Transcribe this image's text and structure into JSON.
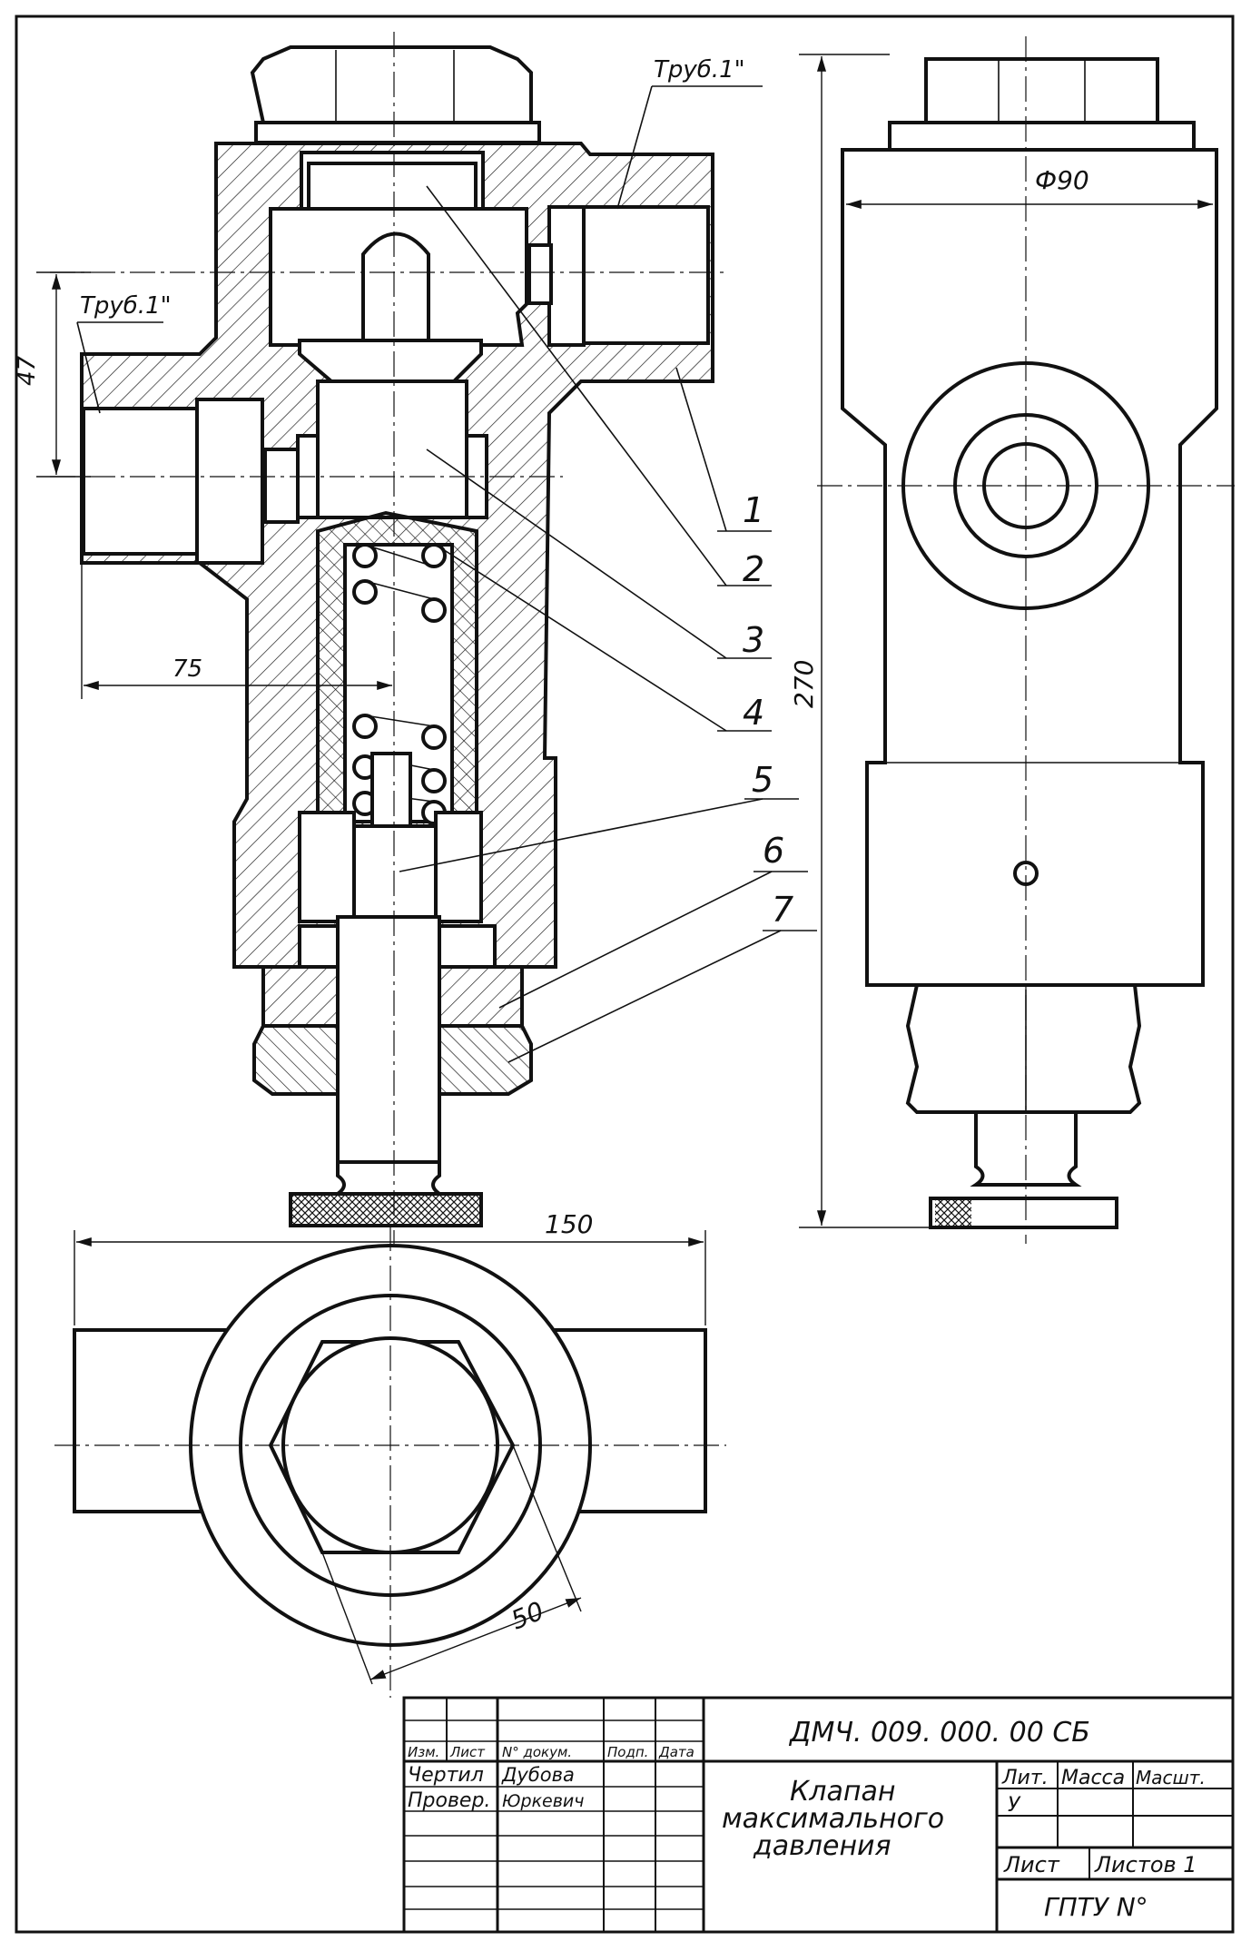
{
  "labels": {
    "pipe_top": "Труб.1\"",
    "pipe_left": "Труб.1\"",
    "dia": "Ф90"
  },
  "dims": {
    "d47": "47",
    "d75": "75",
    "d270": "270",
    "d150": "150",
    "d50": "50"
  },
  "callouts": [
    "1",
    "2",
    "3",
    "4",
    "5",
    "6",
    "7"
  ],
  "title_block": {
    "hdr_izm": "Изм.",
    "hdr_list": "Лист",
    "hdr_doc": "N° докум.",
    "hdr_sign": "Подп.",
    "hdr_date": "Дата",
    "drawn_role": "Чертил",
    "drawn_name": "Дубова",
    "checked_role": "Провер.",
    "checked_name": "Юркевич",
    "doc_code": "ДМЧ. 009. 000. 00 СБ",
    "title_l1": "Клапан",
    "title_l2": "максимального",
    "title_l3": "давления",
    "lit": "Лит.",
    "mass": "Масса",
    "scale": "Масшт.",
    "lit_val": "У",
    "sheet": "Лист",
    "sheets": "Листов 1",
    "org": "ГПТУ N°"
  }
}
